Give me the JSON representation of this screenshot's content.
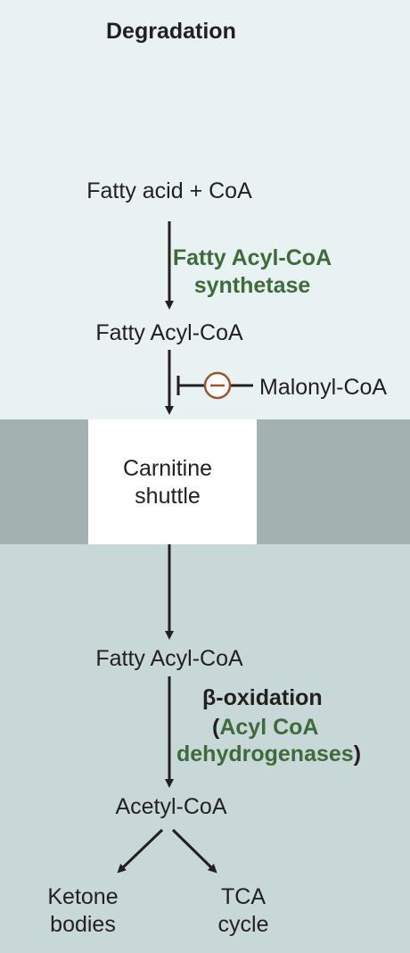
{
  "title": "Degradation",
  "nodes": {
    "fatty_acid_coa": "Fatty acid + CoA",
    "fatty_acyl_coa_1": "Fatty Acyl-CoA",
    "malonyl_coa": "Malonyl-CoA",
    "carnitine_line1": "Carnitine",
    "carnitine_line2": "shuttle",
    "fatty_acyl_coa_2": "Fatty Acyl-CoA",
    "acetyl_coa": "Acetyl-CoA",
    "ketone_line1": "Ketone",
    "ketone_line2": "bodies",
    "tca_line1": "TCA",
    "tca_line2": "cycle"
  },
  "enzymes": {
    "synthetase_line1": "Fatty Acyl-CoA",
    "synthetase_line2": "synthetase",
    "beta_oxidation": "β-oxidation",
    "paren_open": "(",
    "acyl_coa_line1": "Acyl CoA",
    "acyl_coa_line2": "dehydrogenases",
    "paren_close": ")"
  },
  "colors": {
    "enzyme_green": "#3f6b3b",
    "inhibitor_brown": "#a0522d",
    "top_bg": "#e8f2f3",
    "membrane": "#a3b1b0",
    "bottom_bg": "#c8d8d9"
  },
  "inhibitor_symbol": "minus-circle"
}
